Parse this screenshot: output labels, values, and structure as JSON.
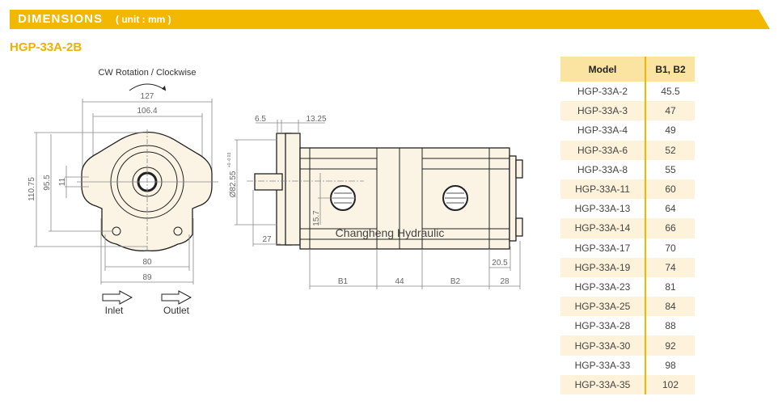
{
  "header": {
    "title": "DIMENSIONS",
    "unit": "( unit : mm )"
  },
  "model_title": "HGP-33A-2B",
  "drawing": {
    "rotation": "CW Rotation / Clockwise",
    "front": {
      "d127": "127",
      "d106_4": "106.4",
      "d110_75": "110.75",
      "d95_5": "95.5",
      "d11": "11",
      "d80": "80",
      "d89": "89",
      "inlet": "Inlet",
      "outlet": "Outlet"
    },
    "side": {
      "d6_5": "6.5",
      "d13_25": "13.25",
      "d82_55": "Ø82.55",
      "tol": "+0 -0.03",
      "d27": "27",
      "d15_7": "15.7",
      "brand": "Changheng Hydraulic",
      "b1": "B1",
      "d44": "44",
      "b2": "B2",
      "d20_5": "20.5",
      "d28": "28"
    }
  },
  "table": {
    "headers": [
      "Model",
      "B1, B2"
    ],
    "rows": [
      [
        "HGP-33A-2",
        "45.5"
      ],
      [
        "HGP-33A-3",
        "47"
      ],
      [
        "HGP-33A-4",
        "49"
      ],
      [
        "HGP-33A-6",
        "52"
      ],
      [
        "HGP-33A-8",
        "55"
      ],
      [
        "HGP-33A-11",
        "60"
      ],
      [
        "HGP-33A-13",
        "64"
      ],
      [
        "HGP-33A-14",
        "66"
      ],
      [
        "HGP-33A-17",
        "70"
      ],
      [
        "HGP-33A-19",
        "74"
      ],
      [
        "HGP-33A-23",
        "81"
      ],
      [
        "HGP-33A-25",
        "84"
      ],
      [
        "HGP-33A-28",
        "88"
      ],
      [
        "HGP-33A-30",
        "92"
      ],
      [
        "HGP-33A-33",
        "98"
      ],
      [
        "HGP-33A-35",
        "102"
      ]
    ]
  }
}
